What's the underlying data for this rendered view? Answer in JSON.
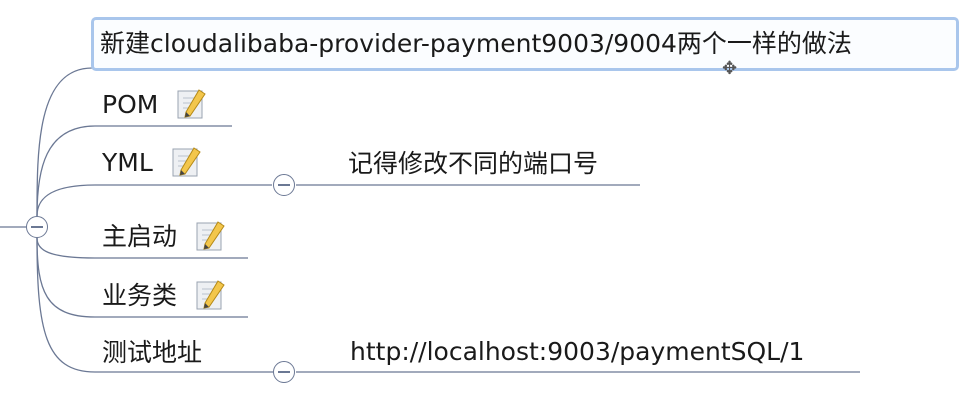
{
  "mindmap": {
    "main_topic": "新建cloudalibaba-provider-payment9003/9004两个一样的做法",
    "children": [
      {
        "label": "POM",
        "has_note": true
      },
      {
        "label": "YML",
        "has_note": true,
        "subtopic": "记得修改不同的端口号"
      },
      {
        "label": "主启动",
        "has_note": true
      },
      {
        "label": "业务类",
        "has_note": true
      },
      {
        "label": "测试地址",
        "has_note": false,
        "subtopic": "http://localhost:9003/paymentSQL/1"
      }
    ]
  },
  "icons": {
    "note": "note-pencil-icon",
    "collapse": "collapse-minus-icon",
    "move": "move-cursor-icon"
  },
  "colors": {
    "line": "#6b7894",
    "selection_border": "#a9c6ec",
    "text": "#1a1a1a"
  }
}
